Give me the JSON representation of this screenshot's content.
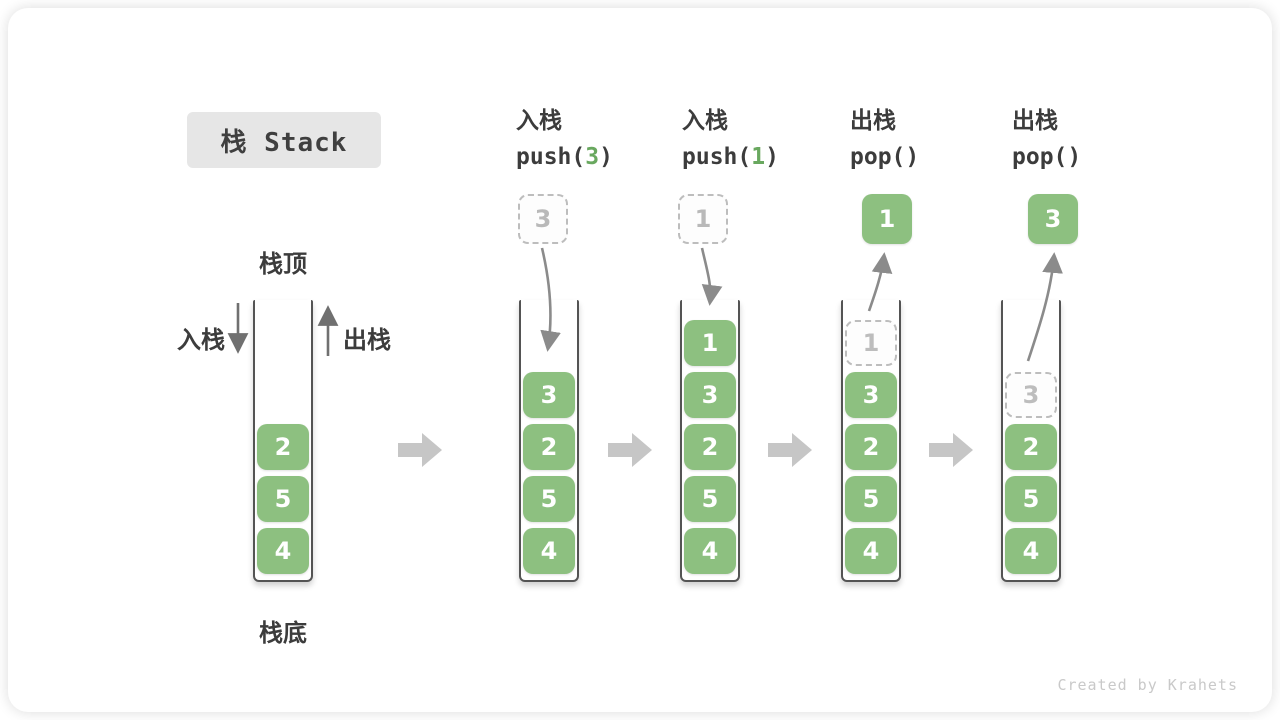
{
  "badge": {
    "title": "栈 Stack"
  },
  "legend": {
    "stack_top": "栈顶",
    "stack_bottom": "栈底",
    "push_label": "入栈",
    "pop_label": "出栈"
  },
  "watermark": "Created by Krahets",
  "colors": {
    "block_green": "#8DC080",
    "code_arg_green": "#69A85F",
    "text_dark": "#3C3C3C",
    "dashed_gray": "#BDBDBD",
    "curved_arrow_gray": "#8B8B8B",
    "step_arrow_gray": "#C6C6C6",
    "badge_bg": "#E6E6E6",
    "tube_border": "#545454"
  },
  "stages": [
    {
      "name": "initial",
      "blocks": [
        {
          "value": "2",
          "variant": "solid",
          "slot": 2
        },
        {
          "value": "5",
          "variant": "solid",
          "slot": 3
        },
        {
          "value": "4",
          "variant": "solid",
          "slot": 4
        }
      ]
    },
    {
      "name": "push-3",
      "op_label": "入栈",
      "op_code_pre": "push(",
      "op_arg": "3",
      "op_code_post": ")",
      "top_box": {
        "value": "3",
        "variant": "dashed"
      },
      "blocks": [
        {
          "value": "3",
          "variant": "solid",
          "slot": 1
        },
        {
          "value": "2",
          "variant": "solid",
          "slot": 2
        },
        {
          "value": "5",
          "variant": "solid",
          "slot": 3
        },
        {
          "value": "4",
          "variant": "solid",
          "slot": 4
        }
      ]
    },
    {
      "name": "push-1",
      "op_label": "入栈",
      "op_code_pre": "push(",
      "op_arg": "1",
      "op_code_post": ")",
      "top_box": {
        "value": "1",
        "variant": "dashed"
      },
      "blocks": [
        {
          "value": "1",
          "variant": "solid",
          "slot": 0
        },
        {
          "value": "3",
          "variant": "solid",
          "slot": 1
        },
        {
          "value": "2",
          "variant": "solid",
          "slot": 2
        },
        {
          "value": "5",
          "variant": "solid",
          "slot": 3
        },
        {
          "value": "4",
          "variant": "solid",
          "slot": 4
        }
      ]
    },
    {
      "name": "pop-1",
      "op_label": "出栈",
      "op_code_pre": "pop()",
      "op_arg": "",
      "op_code_post": "",
      "top_box": {
        "value": "1",
        "variant": "solid"
      },
      "blocks": [
        {
          "value": "1",
          "variant": "dashed",
          "slot": 0
        },
        {
          "value": "3",
          "variant": "solid",
          "slot": 1
        },
        {
          "value": "2",
          "variant": "solid",
          "slot": 2
        },
        {
          "value": "5",
          "variant": "solid",
          "slot": 3
        },
        {
          "value": "4",
          "variant": "solid",
          "slot": 4
        }
      ]
    },
    {
      "name": "pop-3",
      "op_label": "出栈",
      "op_code_pre": "pop()",
      "op_arg": "",
      "op_code_post": "",
      "top_box": {
        "value": "3",
        "variant": "solid"
      },
      "blocks": [
        {
          "value": "3",
          "variant": "dashed",
          "slot": 1
        },
        {
          "value": "2",
          "variant": "solid",
          "slot": 2
        },
        {
          "value": "5",
          "variant": "solid",
          "slot": 3
        },
        {
          "value": "4",
          "variant": "solid",
          "slot": 4
        }
      ]
    }
  ]
}
